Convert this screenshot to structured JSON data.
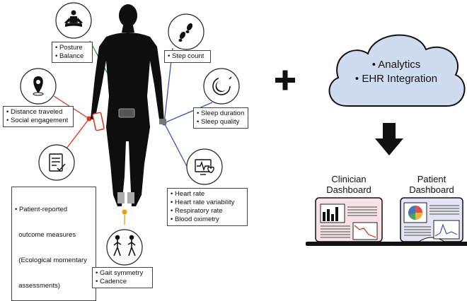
{
  "sensors": {
    "posture": [
      "• Posture",
      "• Balance"
    ],
    "step": [
      "• Step count"
    ],
    "location": [
      "• Distance traveled",
      "• Social engagement"
    ],
    "sleep": [
      "• Sleep duration",
      "• Sleep quality"
    ],
    "survey": [
      "• Patient-reported",
      "  outcome measures",
      "  (Ecological momentary",
      "  assessments)"
    ],
    "heart": [
      "• Heart rate",
      "• Heart rate variability",
      "• Respiratory rate",
      "• Blood oximetry"
    ],
    "gait": [
      "• Gait symmetry",
      "• Cadence"
    ]
  },
  "cloud": {
    "line1": "• Analytics",
    "line2": "• EHR Integration"
  },
  "dashboards": {
    "clinician": {
      "line1": "Clinician",
      "line2": "Dashboard"
    },
    "patient": {
      "line1": "Patient",
      "line2": "Dashboard"
    }
  },
  "colors": {
    "green": "#1a9641",
    "blue": "#3a55b4",
    "red": "#d7301f",
    "orange": "#f39c12",
    "cloud_fill": "#cfdcf0",
    "clinician_fill": "#f7e1e4",
    "patient_fill": "#e3e4f6"
  }
}
